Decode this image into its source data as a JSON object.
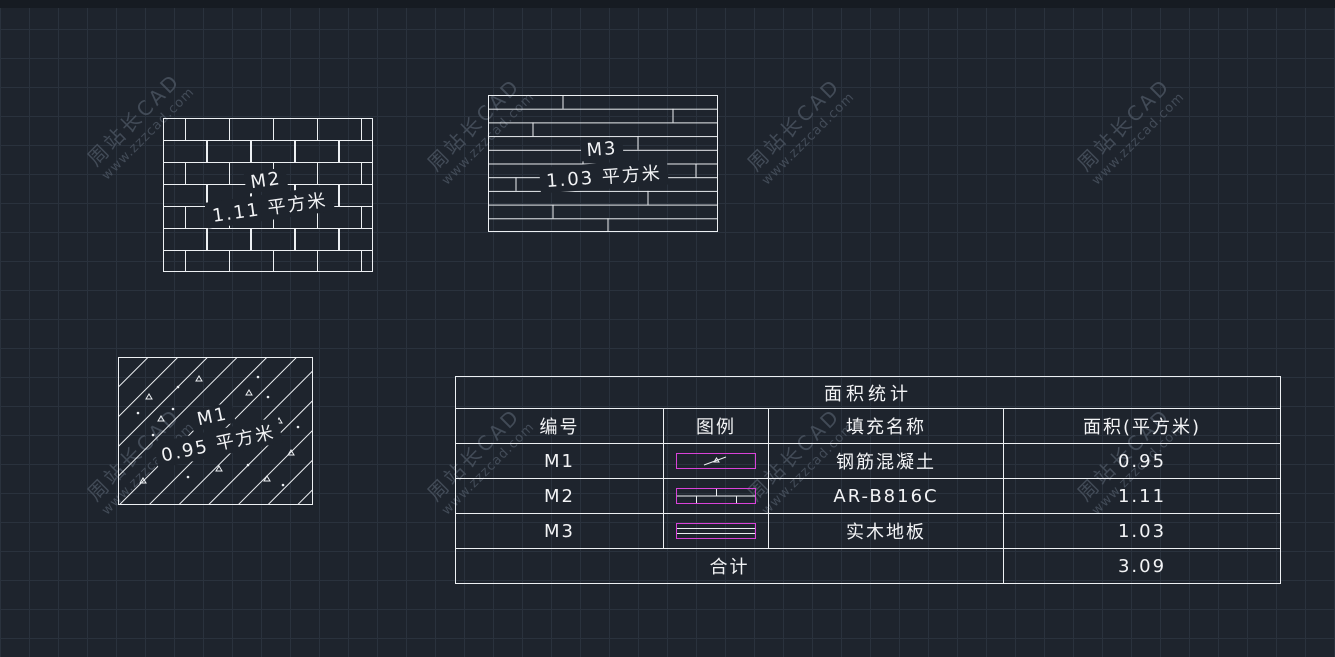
{
  "colors": {
    "bg": "#1e242d",
    "grid": "#2a323d",
    "line": "#edf0f3",
    "accent": "#d943d9",
    "watermark": "#49525f",
    "text": "#f2f3f5"
  },
  "watermark": {
    "line1": "周站长CAD",
    "line2": "www.zzzcad.com"
  },
  "samples": {
    "m1": {
      "label": "M1",
      "area": "0.95 平方米"
    },
    "m2": {
      "label": "M2",
      "area": "1.11 平方米"
    },
    "m3": {
      "label": "M3",
      "area": "1.03 平方米"
    }
  },
  "table": {
    "title": "面积统计",
    "headers": {
      "no": "编号",
      "legend": "图例",
      "name": "填充名称",
      "area": "面积(平方米)"
    },
    "rows": [
      {
        "no": "M1",
        "name": "钢筋混凝土",
        "area": "0.95"
      },
      {
        "no": "M2",
        "name": "AR-B816C",
        "area": "1.11"
      },
      {
        "no": "M3",
        "name": "实木地板",
        "area": "1.03"
      }
    ],
    "total_label": "合计",
    "total_value": "3.09"
  }
}
